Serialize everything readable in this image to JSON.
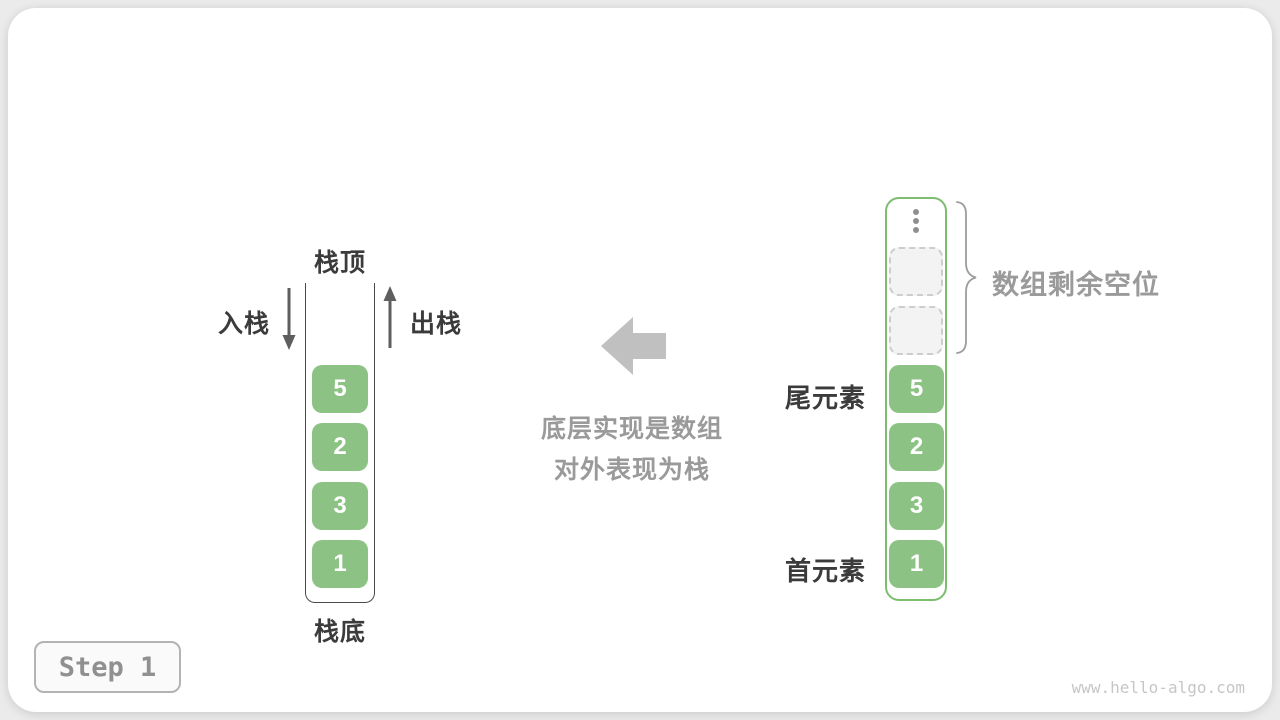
{
  "stack": {
    "top_label": "栈顶",
    "bottom_label": "栈底",
    "push_label": "入栈",
    "pop_label": "出栈",
    "cells": [
      "5",
      "2",
      "3",
      "1"
    ]
  },
  "center": {
    "caption_line1": "底层实现是数组",
    "caption_line2": "对外表现为栈"
  },
  "array": {
    "tail_label": "尾元素",
    "head_label": "首元素",
    "free_slots_label": "数组剩余空位",
    "cells": [
      "5",
      "2",
      "3",
      "1"
    ],
    "empty_slot_count": 2
  },
  "footer": {
    "step_label": "Step 1",
    "watermark": "www.hello-algo.com"
  },
  "colors": {
    "cell_green": "#8cc284",
    "array_border_green": "#7cbd70",
    "block_arrow_gray": "#c0c0c0",
    "label_dark": "#3b3b3b",
    "label_gray": "#9a9a9a"
  }
}
